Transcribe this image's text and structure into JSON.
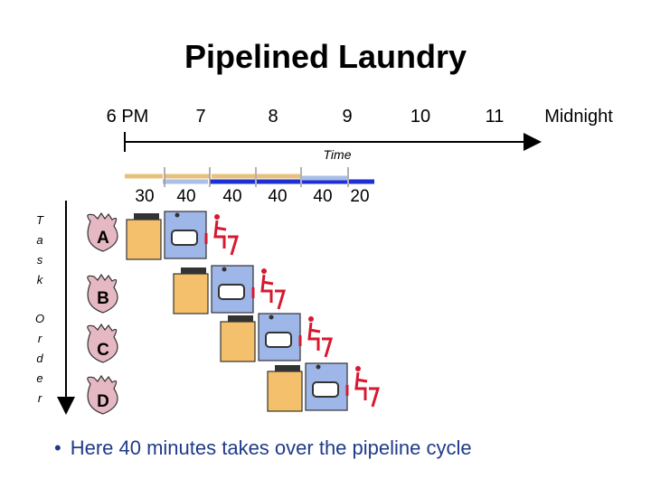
{
  "title": "Pipelined Laundry",
  "timeline": {
    "hours": [
      "6 PM",
      "7",
      "8",
      "9",
      "10",
      "11",
      "Midnight"
    ],
    "axis_label": "Time",
    "durations": [
      "30",
      "40",
      "40",
      "40",
      "40",
      "20"
    ]
  },
  "task_order_label": [
    "T",
    "a",
    "s",
    "k",
    "O",
    "r",
    "d",
    "e",
    "r"
  ],
  "tasks": [
    {
      "id": "A"
    },
    {
      "id": "B"
    },
    {
      "id": "C"
    },
    {
      "id": "D"
    }
  ],
  "colors": {
    "washer": "#f5c06b",
    "dryer": "#9fb6e8",
    "folder": "#d7192f",
    "bar_wash": "#e8c07c",
    "bar_dry": "#a9bfe8",
    "bar_fold": "#1f2fd6",
    "bag": "#e6b8c3",
    "bullet_text": "#1f3b8a"
  },
  "bullet": "Here 40 minutes takes over the pipeline cycle"
}
